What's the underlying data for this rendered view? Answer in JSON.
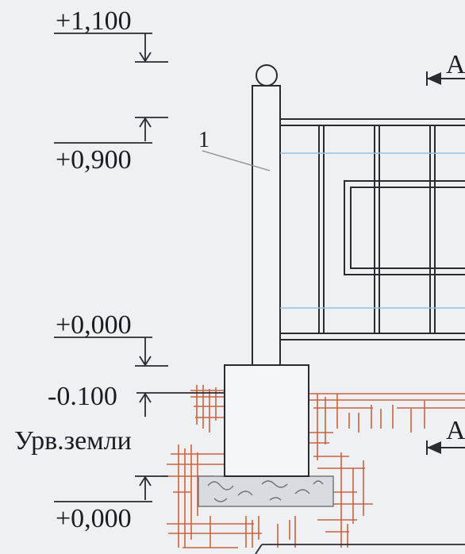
{
  "elevations": {
    "top_rail": "+1,100",
    "mid_rail": "+0,900",
    "finished_level": "+0,000",
    "ground_level": "-0.100",
    "base_level": "+0,000"
  },
  "ground_label": "Урв.земли",
  "callout_number": "1",
  "section_mark": "А",
  "colors": {
    "ink": "#2a2a30",
    "glass_line": "#8fc3de",
    "soil": "#c8643f",
    "background": "#eef0f4"
  }
}
